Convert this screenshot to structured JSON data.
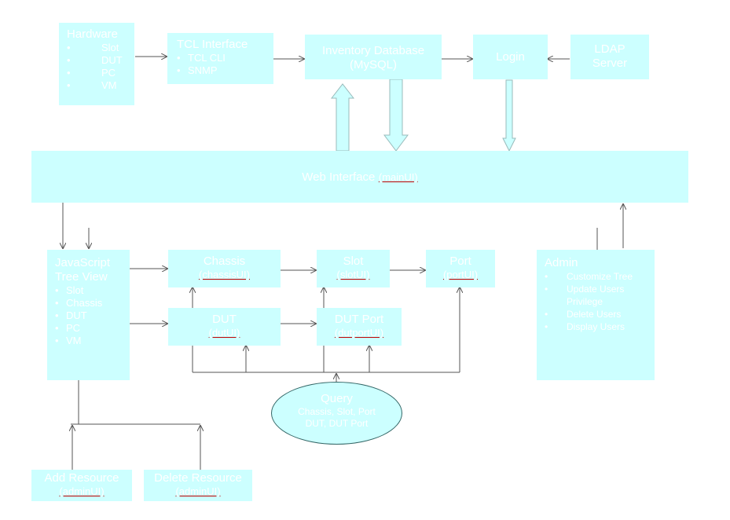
{
  "hardware": {
    "title": "Hardware",
    "items": [
      "Slot",
      "DUT",
      "PC",
      "VM"
    ]
  },
  "tcl": {
    "title": "TCL Interface",
    "items": [
      "TCL CLI",
      "SNMP"
    ]
  },
  "inventory": {
    "title": "Inventory Database",
    "subtitle": "(MySQL)"
  },
  "login": {
    "title": "Login"
  },
  "ldap": {
    "line1": "LDAP",
    "line2": "Server"
  },
  "web": {
    "title": "Web Interface",
    "link": "(mainUI)"
  },
  "tree": {
    "title1": "JavaScript",
    "title2": "Tree View",
    "items": [
      "Slot",
      "Chassis",
      "DUT",
      "PC",
      "VM"
    ]
  },
  "chassis": {
    "title": "Chassis",
    "link": "(chassisUI)"
  },
  "slot": {
    "title": "Slot",
    "link": "(slotUI)"
  },
  "port": {
    "title": "Port",
    "link": "(portUI)"
  },
  "dut": {
    "title": "DUT",
    "link": "(dutUI)"
  },
  "dutport": {
    "title": "DUT Port",
    "link": "(dutportUI)"
  },
  "admin": {
    "title": "Admin",
    "items": [
      "Customize Tree",
      "Update Users Privilege",
      "Delete Users",
      "Display Users"
    ]
  },
  "query": {
    "title": "Query",
    "line1": "Chassis, Slot, Port",
    "line2": "DUT, DUT Port"
  },
  "add": {
    "title": "Add Resource",
    "link": "(adminUI)"
  },
  "delete": {
    "title": "Delete Resource",
    "link": "(adminUI)"
  },
  "colors": {
    "box": "#ccffff",
    "line": "#555555",
    "arrow": "#99cccc"
  }
}
